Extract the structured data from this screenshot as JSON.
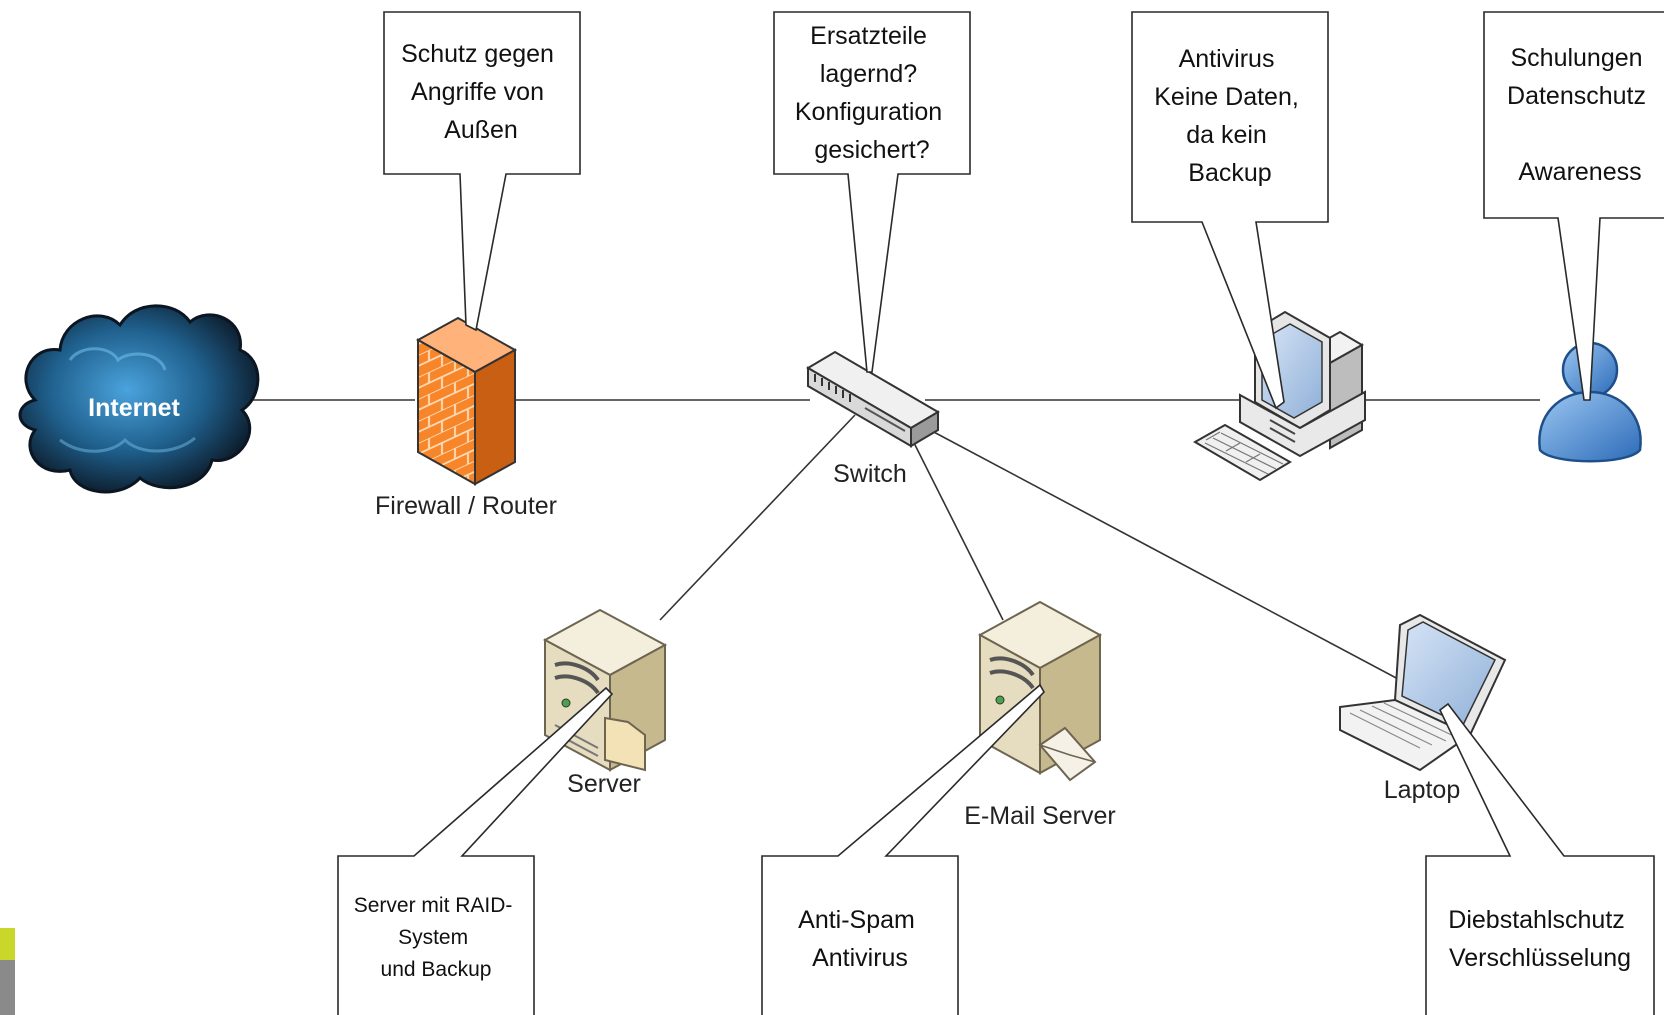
{
  "diagram": {
    "nodes": {
      "internet": "Internet",
      "firewall": "Firewall / Router",
      "switch": "Switch",
      "server": "Server",
      "email_server": "E-Mail Server",
      "laptop": "Laptop"
    },
    "callouts": {
      "firewall": [
        "Schutz gegen",
        "Angriffe von",
        "Außen"
      ],
      "switch": [
        "Ersatzteile",
        "lagernd?",
        "Konfiguration",
        "gesichert?"
      ],
      "workstation": [
        "Antivirus",
        "Keine Daten,",
        "da kein",
        "Backup"
      ],
      "user": [
        "Schulungen",
        "Datenschutz",
        "",
        "Awareness"
      ],
      "server": [
        "Server mit RAID-",
        "System",
        "und Backup"
      ],
      "email_server": [
        "Anti-Spam",
        "Antivirus"
      ],
      "laptop": [
        "Diebstahlschutz",
        "Verschlüsselung"
      ]
    }
  },
  "colors": {
    "firewall_front": "#f7862b",
    "cloud_dark": "#0e1c2a",
    "cloud_light": "#2f7fb5",
    "user_blue": "#4b8fd6",
    "server_beige": "#e6dcc0",
    "accent_strip_yellow": "#c9d62a",
    "accent_strip_gray": "#8a8a8a"
  }
}
